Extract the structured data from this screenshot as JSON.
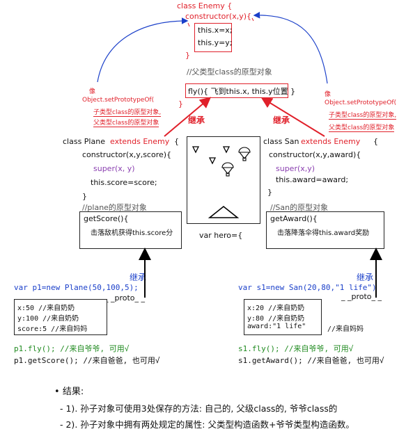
{
  "enemy": {
    "header": "class  Enemy {",
    "ctor": "constructor(x,y){",
    "x_assign": "this.x=x;",
    "y_assign": "this.y=y;",
    "close": "}",
    "proto_comment": "//父类型class的原型对象",
    "fly": "fly(){ 飞到this.x, this.y位置 }",
    "end": "}"
  },
  "left_note": {
    "line1": "像",
    "line2": "Object.setPrototypeOf(",
    "line3": "子类型class的原型对象,",
    "line4": "父类型class的原型对象"
  },
  "right_note": {
    "line1": "像",
    "line2": "Object.setPrototypeOf(",
    "line3": "子类型class的原型对象,",
    "line4": "父类型class的原型对象"
  },
  "inherit_label": "继承",
  "plane": {
    "class_kw": "class Plane",
    "extends": "extends Enemy",
    "brace": "{",
    "ctor": "constructor(x,y,score){",
    "super": "super(x, y)",
    "assign": "this.score=score;",
    "close": "}",
    "proto_comment": "//plane的原型对象",
    "method": "getScore(){",
    "method_body": "击落敌机获得this.score分"
  },
  "san": {
    "class_kw": "class San",
    "extends": "extends Enemy",
    "brace": "{",
    "ctor": "constructor(x,y,award){",
    "super": "super(x,y)",
    "assign": "this.award=award;",
    "close": "}",
    "proto_comment": "//San的原型对象",
    "method": "getAward(){",
    "method_body": "击落降落伞得this.award奖励"
  },
  "hero_label": "var hero={",
  "left_inherit": "继承",
  "right_inherit": "继承",
  "p1": {
    "decl": "var p1=new Plane(50,100,5);",
    "proto": "_ _proto_ _",
    "x": "x:50 //来自奶奶",
    "y": "y:100 //来自奶奶",
    "score": "score:5 //来自妈妈",
    "fly": "p1.fly(); //来自爷爷, 可用√",
    "getScore": "p1.getScore(); //来自爸爸, 也可用√"
  },
  "s1": {
    "decl": "var s1=new San(20,80,\"1 life\")",
    "proto": "_ _proto_ _",
    "x": "x:20  //来自奶奶",
    "y": "y:80  //来自奶奶",
    "award": "award:\"1 life\"",
    "award_note": "//来自妈妈",
    "fly": "s1.fly(); //来自爷爷, 可用√",
    "getAward": "s1.getAward(); //来自爸爸, 也可用√"
  },
  "result": {
    "title": "结果:",
    "line1": "- 1). 孙子对象可使用3处保存的方法: 自己的, 父级class的, 爷爷class的",
    "line2": "- 2). 孙子对象中拥有两处规定的属性: 父类型构造函数+爷爷类型构造函数。"
  },
  "colors": {
    "red": "#e0202a",
    "purple": "#8a3fb0",
    "blue": "#1a3fc9",
    "green": "#1f8a1f"
  }
}
